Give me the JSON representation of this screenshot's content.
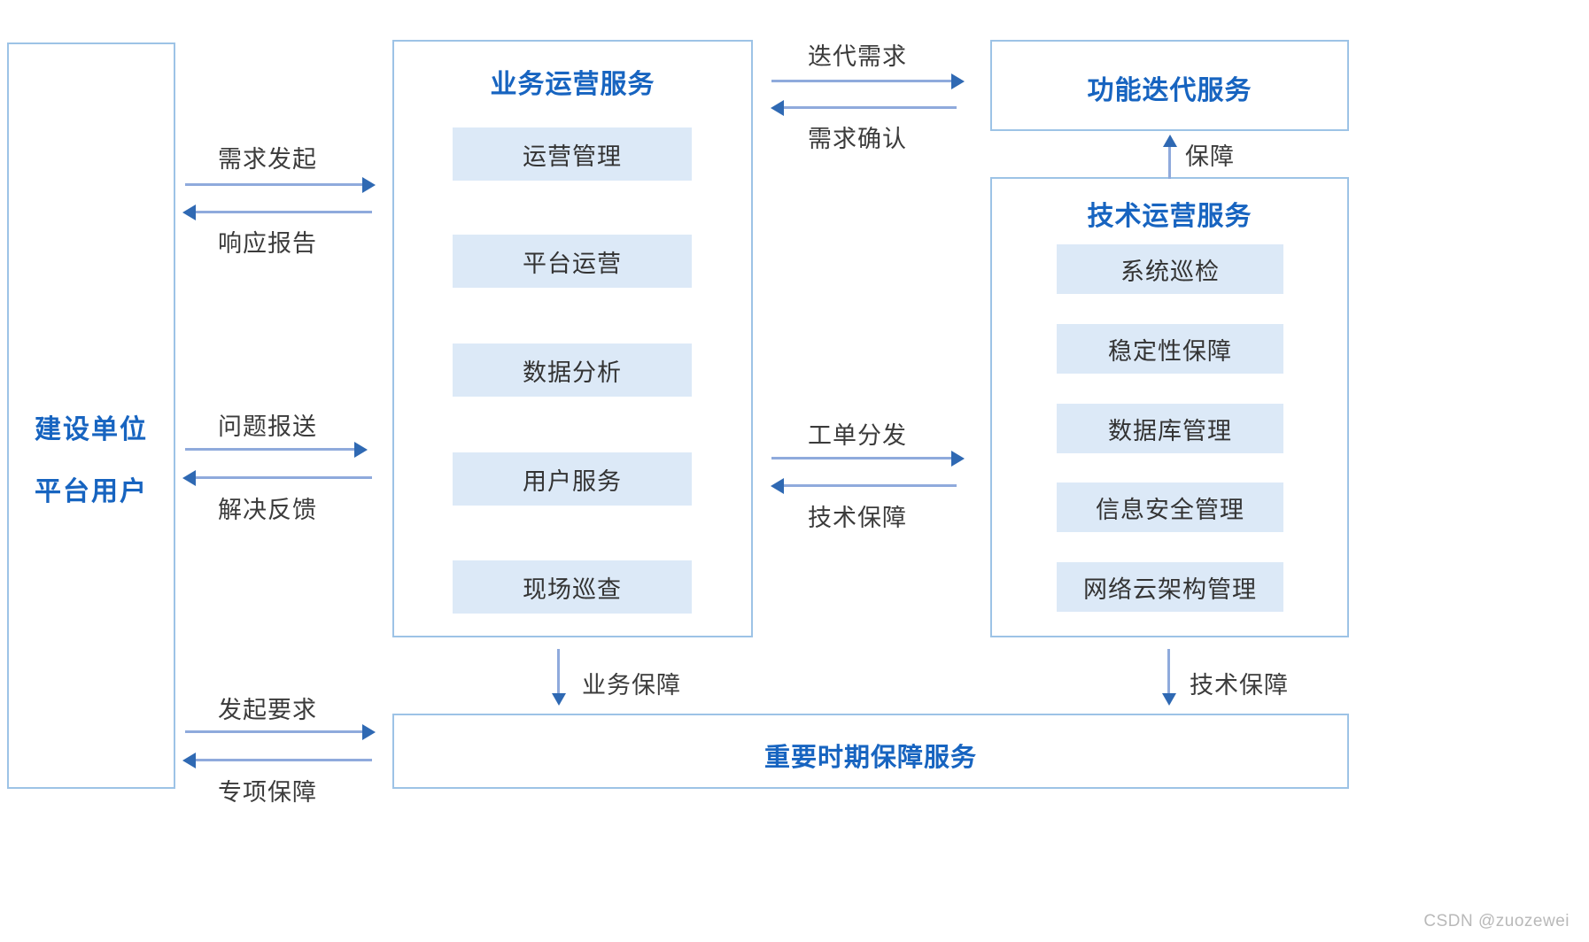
{
  "diagram": {
    "actor": {
      "lines": [
        "建设单位",
        "平台用户"
      ]
    },
    "business_panel": {
      "title": "业务运营服务",
      "items": [
        "运营管理",
        "平台运营",
        "数据分析",
        "用户服务",
        "现场巡查"
      ]
    },
    "iteration_panel": {
      "title": "功能迭代服务"
    },
    "tech_panel": {
      "title": "技术运营服务",
      "items": [
        "系统巡检",
        "稳定性保障",
        "数据库管理",
        "信息安全管理",
        "网络云架构管理"
      ]
    },
    "guarantee_panel": {
      "title": "重要时期保障服务"
    },
    "edges": {
      "actor_to_biz_out": "需求发起",
      "actor_to_biz_in": "响应报告",
      "actor_issue_out": "问题报送",
      "actor_issue_in": "解决反馈",
      "actor_bottom_out": "发起要求",
      "actor_bottom_in": "专项保障",
      "biz_to_iter_out": "迭代需求",
      "biz_to_iter_in": "需求确认",
      "biz_to_tech_out": "工单分发",
      "biz_to_tech_in": "技术保障",
      "iter_support": "保障",
      "biz_guarantee": "业务保障",
      "tech_guarantee": "技术保障"
    },
    "watermark": "CSDN @zuozewei",
    "colors": {
      "panel_border": "#9dc3e6",
      "title_blue": "#1764c0",
      "chip_fill": "#dce9f7",
      "arrow_line": "#8faadc",
      "arrow_head": "#2f69b3",
      "label_text": "#3b3b3b"
    }
  }
}
